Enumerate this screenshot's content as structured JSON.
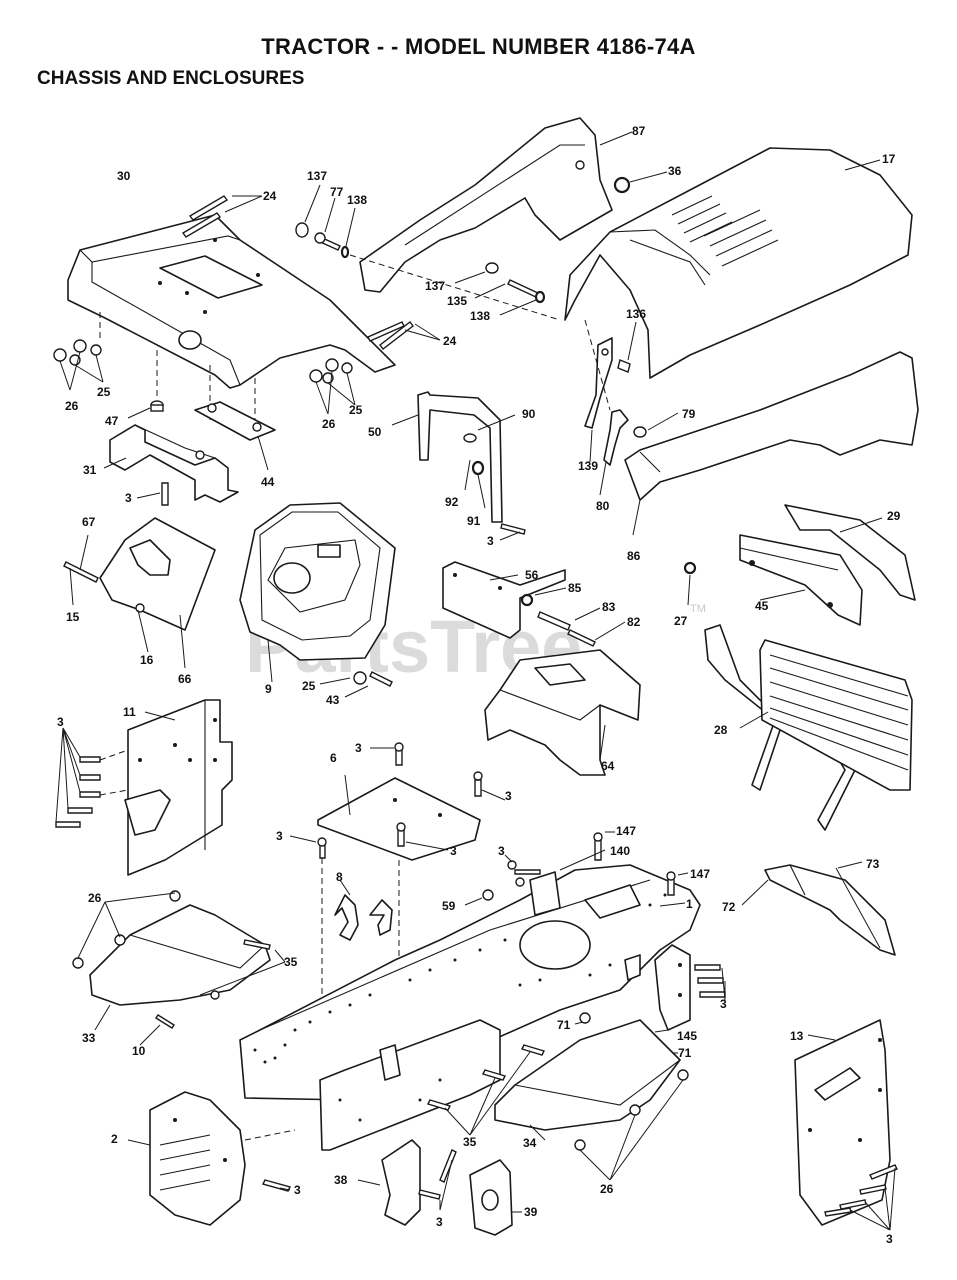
{
  "header": {
    "title": "TRACTOR - - MODEL NUMBER 4186-74A",
    "subtitle": "CHASSIS AND ENCLOSURES"
  },
  "watermark": {
    "text": "PartsTree",
    "tm": "TM"
  },
  "callouts": {
    "c1": "1",
    "c2": "2",
    "c3": "3",
    "c6": "6",
    "c8": "8",
    "c9": "9",
    "c10": "10",
    "c11": "11",
    "c13": "13",
    "c15": "15",
    "c16": "16",
    "c17": "17",
    "c24": "24",
    "c25": "25",
    "c26": "26",
    "c27": "27",
    "c28": "28",
    "c29": "29",
    "c30": "30",
    "c31": "31",
    "c33": "33",
    "c34": "34",
    "c35": "35",
    "c36": "36",
    "c38": "38",
    "c39": "39",
    "c43": "43",
    "c44": "44",
    "c45": "45",
    "c47": "47",
    "c50": "50",
    "c56": "56",
    "c59": "59",
    "c64": "64",
    "c66": "66",
    "c67": "67",
    "c71": "71",
    "c72": "72",
    "c73": "73",
    "c77": "77",
    "c79": "79",
    "c80": "80",
    "c82": "82",
    "c83": "83",
    "c85": "85",
    "c86": "86",
    "c87": "87",
    "c90": "90",
    "c91": "91",
    "c92": "92",
    "c135": "135",
    "c136": "136",
    "c137": "137",
    "c138": "138",
    "c139": "139",
    "c140": "140",
    "c145": "145",
    "c147": "147"
  }
}
